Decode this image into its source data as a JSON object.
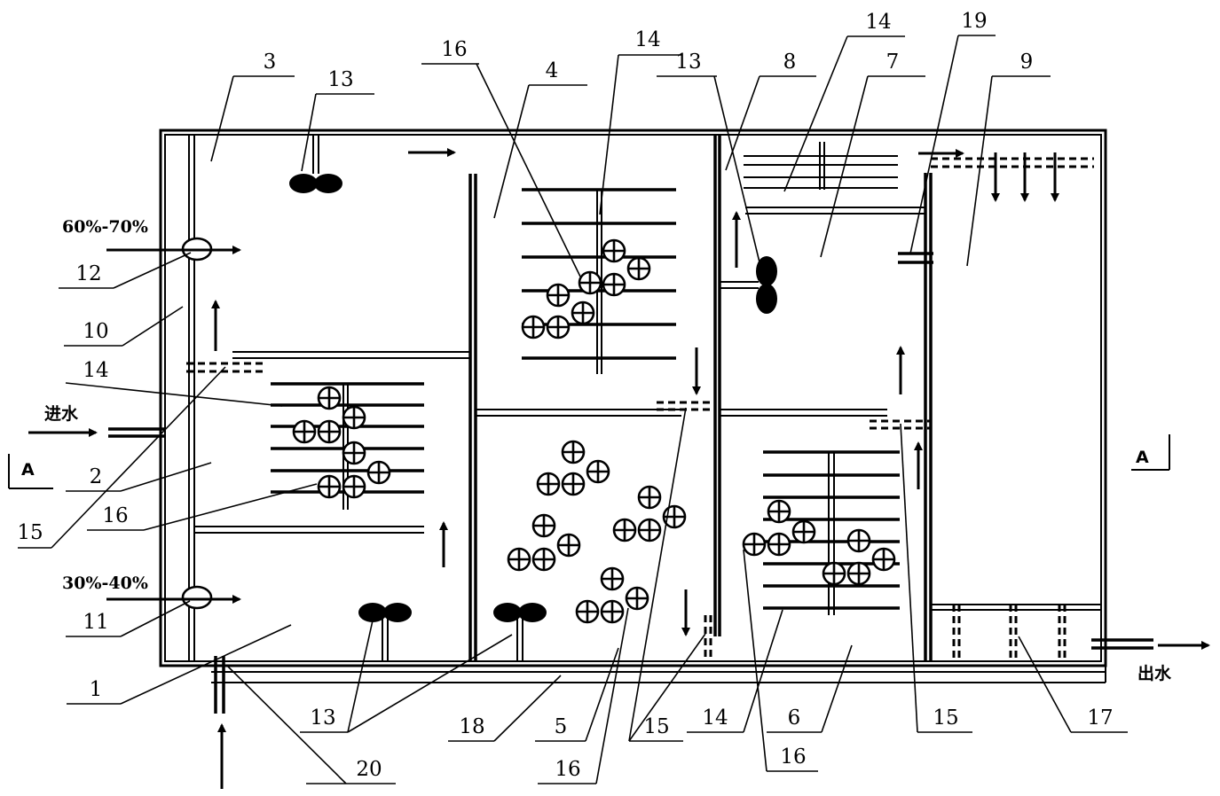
{
  "labels": {
    "l1": "1",
    "l2": "2",
    "l3": "3",
    "l4": "4",
    "l5": "5",
    "l6": "6",
    "l7": "7",
    "l8": "8",
    "l9": "9",
    "l10": "10",
    "l11": "11",
    "l12": "12",
    "l13a": "13",
    "l13b": "13",
    "l13c": "13",
    "l14a": "14",
    "l14b": "14",
    "l14c": "14",
    "l14d": "14",
    "l15a": "15",
    "l15b": "15",
    "l15c": "15",
    "l16a": "16",
    "l16b": "16",
    "l16c": "16",
    "l16d": "16",
    "l17": "17",
    "l18": "18",
    "l19": "19",
    "l20": "20"
  },
  "text": {
    "inlet": "进水",
    "outlet": "出水",
    "ratio_top": "60%-70%",
    "ratio_bottom": "30%-40%",
    "section_left": "A",
    "section_right": "A"
  }
}
